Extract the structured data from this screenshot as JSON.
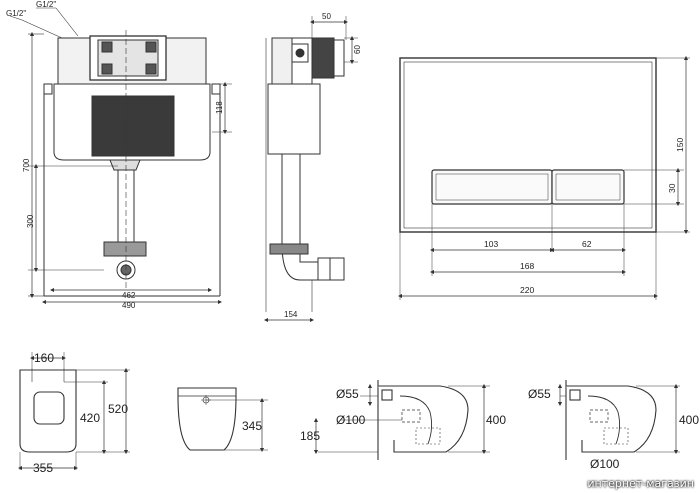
{
  "frame": {
    "label_g1": "G1/2\"",
    "label_g2": "G1/2\"",
    "height_700": "700",
    "height_300": "300",
    "width_462": "462",
    "width_490": "490",
    "dim_118": "118"
  },
  "side": {
    "dim_50": "50",
    "dim_60": "60",
    "dim_154": "154"
  },
  "plate": {
    "dim_150": "150",
    "dim_30": "30",
    "dim_103": "103",
    "dim_62": "62",
    "dim_168": "168",
    "dim_220": "220"
  },
  "bowl_top": {
    "dim_160": "160",
    "dim_420": "420",
    "dim_520": "520",
    "dim_355": "355"
  },
  "bowl_front": {
    "dim_345": "345"
  },
  "section1": {
    "d55": "Ø55",
    "d100": "Ø100",
    "h185": "185",
    "h400": "400"
  },
  "section2": {
    "d55": "Ø55",
    "h400": "400",
    "d100": "Ø100"
  },
  "watermark": "интернет-магазин"
}
